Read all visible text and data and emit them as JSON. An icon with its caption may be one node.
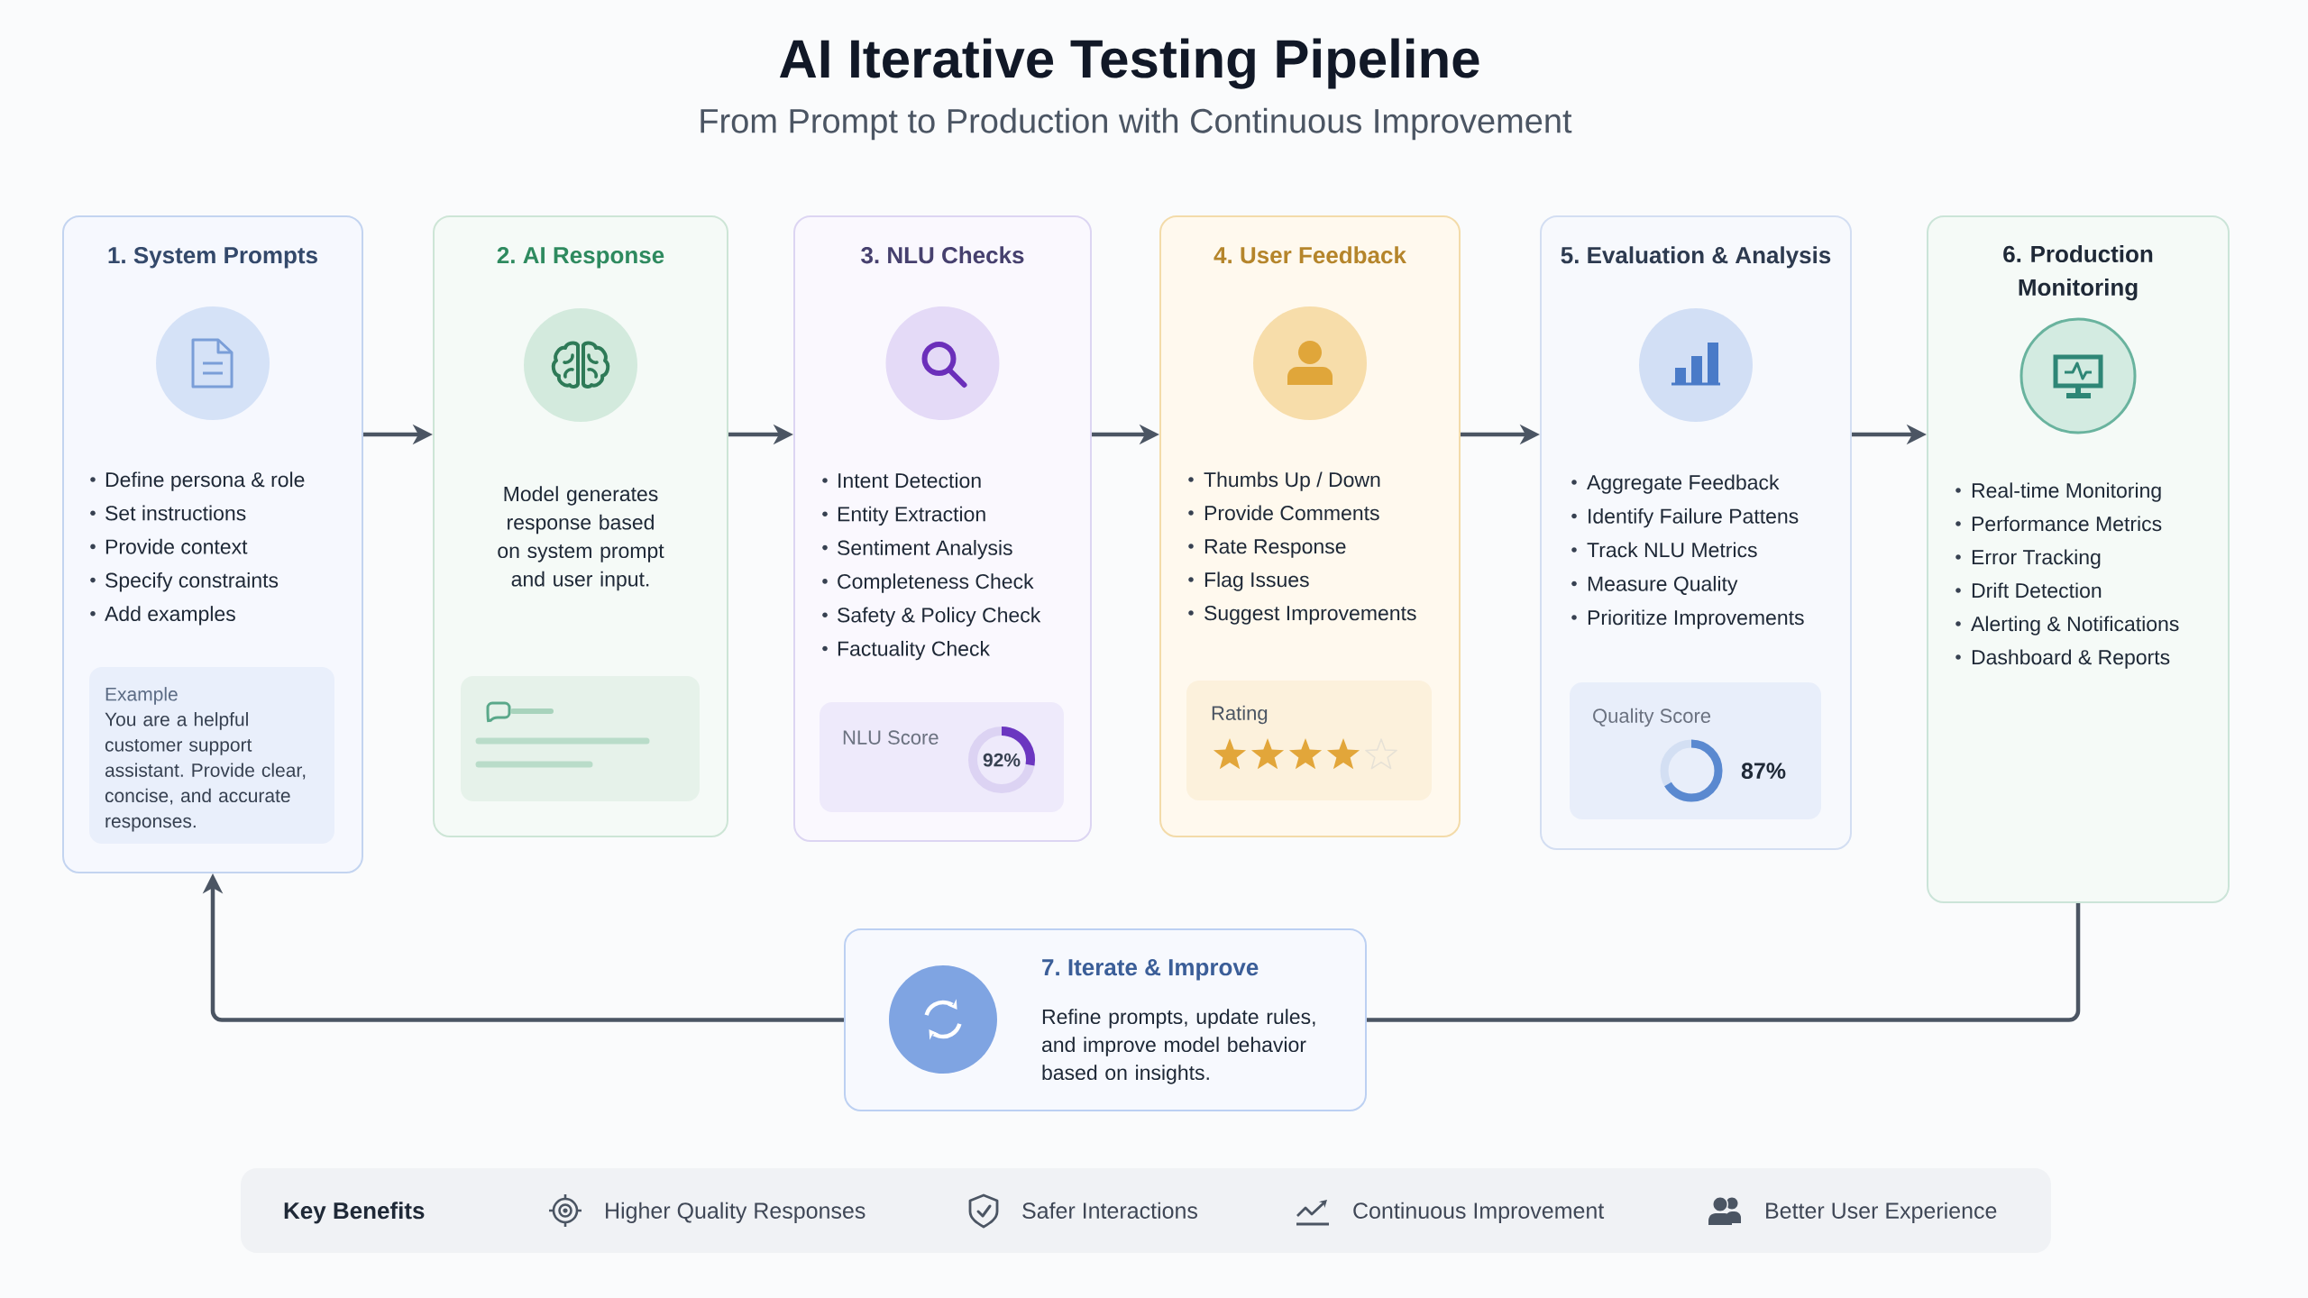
{
  "diagram": {
    "title": "AI Iterative Testing Pipeline",
    "nodes": [
      {
        "text": [
          "1. System Prompts",
          "Define persona & role",
          "Set instructions",
          "Provide context",
          "Specify constraints",
          "Add examples"
        ]
      },
      {
        "text": [
          "Example",
          "You are a helpful customer support assistant. Provide clear, concise, and accurate responses."
        ],
        "in": 0
      },
      {
        "text": [
          "2. AI Response",
          "Model generates response based on system prompt and user input."
        ]
      },
      {
        "text": [],
        "shape": "box",
        "in": 2
      },
      {
        "text": [
          "3. NLU Checks",
          "Intent Detection",
          "Entity Extraction",
          "Sentiment Analysis",
          "Completeness Check",
          "Safety & Policy Check",
          "Factuality Check"
        ]
      },
      {
        "text": [
          "NLU Score",
          "92%"
        ],
        "in": 4
      },
      {
        "text": [
          "4. User Feedback",
          "Thumbs Up / Down",
          "Provide Comments",
          "Rate Response",
          "Flag Issues",
          "Suggest Improvements"
        ]
      },
      {
        "text": [
          "Rating"
        ],
        "in": 6
      },
      {
        "text": [
          "5. Evaluation & Analysis",
          "Aggregate Feedback",
          "Identify Failure Pattens",
          "Track NLU Metrics",
          "Measure Quality",
          "Prioritize Improvements"
        ]
      },
      {
        "text": [
          "Quality Score",
          "87%"
        ],
        "in": 8
      },
      {
        "text": [
          "6. Production Monitoring",
          "Real-time Monitoring",
          "Performance Metrics",
          "Error Tracking",
          "Drift Detection",
          "Alerting & Notifications",
          "Dashboard & Reports"
        ]
      },
      {
        "text": [
          "7. Iterate & Improve",
          "Refine prompts, update rules, and improve model behavior based on insights."
        ]
      },
      {
        "text": [
          "Key Benefits",
          "Higher Quality Responses",
          "Safer Interactions",
          "Continuous Improvement",
          "Better User Experience"
        ]
      }
    ],
    "edges": [
      {
        "from": 0,
        "to": 2,
        "arrow": "to"
      },
      {
        "from": 2,
        "to": 4,
        "arrow": "to"
      },
      {
        "from": 4,
        "to": 6,
        "arrow": "to"
      },
      {
        "from": 6,
        "to": 8,
        "arrow": "to"
      },
      {
        "from": 8,
        "to": 10,
        "arrow": "to"
      },
      {
        "from": 10,
        "to": 11,
        "arrow": "none"
      },
      {
        "from": 11,
        "to": 0,
        "arrow": "to"
      }
    ],
    "labels": [
      "From Prompt to Production with Continuous Improvement"
    ]
  }
}
